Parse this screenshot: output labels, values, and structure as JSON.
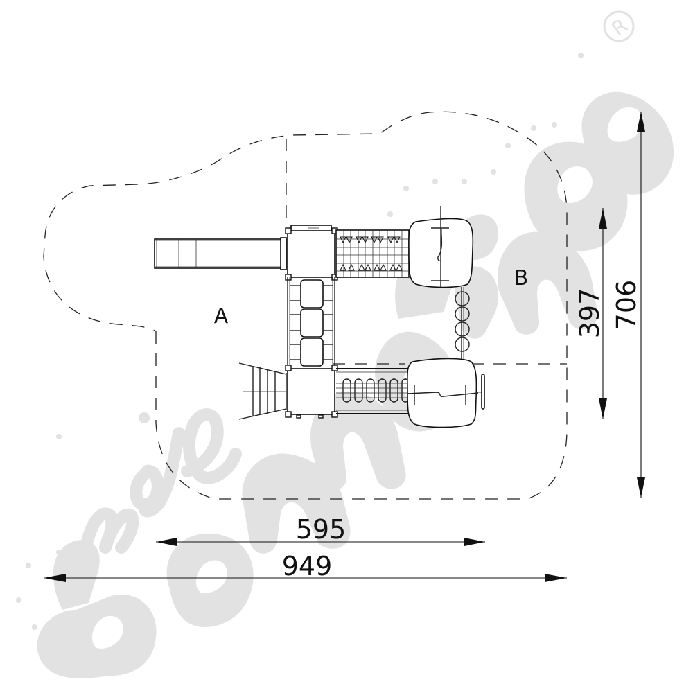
{
  "drawing": {
    "type": "playground equipment top-view plan",
    "zones": [
      {
        "label": "A"
      },
      {
        "label": "B"
      }
    ],
    "dimensions": {
      "inner_width": "595",
      "total_width": "949",
      "inner_height": "397",
      "total_height": "706"
    },
    "components": [
      {
        "name": "slide"
      },
      {
        "name": "tower-top"
      },
      {
        "name": "tower-bottom"
      },
      {
        "name": "climbing-bridge-vertical"
      },
      {
        "name": "net-bridge-top"
      },
      {
        "name": "loop-bridge-bottom"
      },
      {
        "name": "rope-net-ladder"
      },
      {
        "name": "platform-top-right"
      },
      {
        "name": "platform-bottom-right"
      },
      {
        "name": "ring-connector"
      },
      {
        "name": "steering-handle"
      }
    ]
  },
  "watermark": {
    "text_small": "moje",
    "text_large": "bambino",
    "registered_mark": "R",
    "color": "#e2e2e2"
  },
  "colors": {
    "line": "#111111",
    "background": "#ffffff",
    "watermark": "#e2e2e2"
  }
}
